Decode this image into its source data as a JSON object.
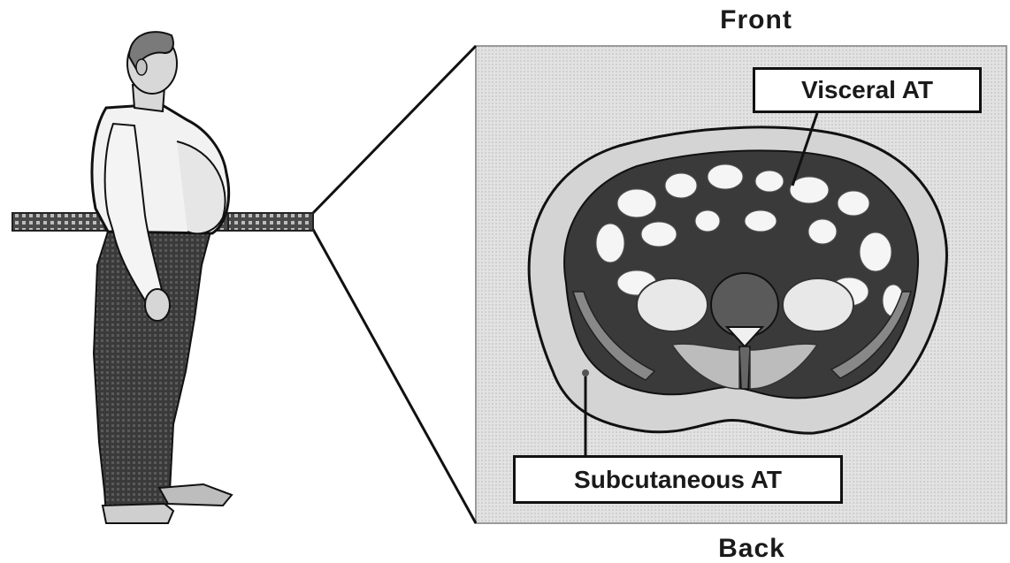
{
  "labels": {
    "front": "Front",
    "back": "Back",
    "visceral": "Visceral AT",
    "subcutaneous": "Subcutaneous AT"
  },
  "colors": {
    "background": "#ffffff",
    "panel": "#dcdcdc",
    "outline": "#111111",
    "trousers": "#333333",
    "shirt": "#f2f2f2",
    "skin": "#d8d8d8",
    "visceral_fat": "#f5f5f5",
    "organ_dark": "#2a2a2a"
  },
  "illustration": {
    "figure": "standing-man-side-view",
    "scan": "abdominal-ct-cross-section"
  }
}
